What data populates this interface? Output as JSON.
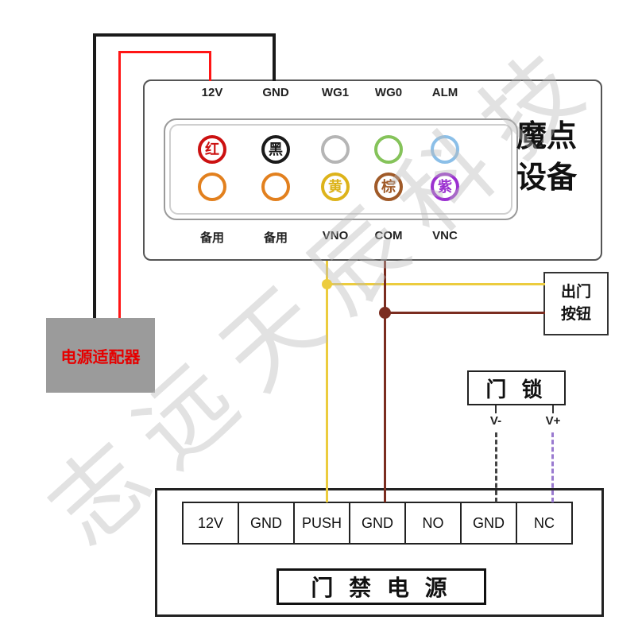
{
  "watermark": "志远天辰科技",
  "device": {
    "title_line1": "魔点",
    "title_line2": "设备",
    "top_terminals": [
      "12V",
      "GND",
      "WG1",
      "WG0",
      "ALM"
    ],
    "bottom_terminals": [
      "备用",
      "备用",
      "VNO",
      "COM",
      "VNC"
    ],
    "wire_circles": {
      "row1": [
        {
          "label": "红",
          "color": "#cc1111"
        },
        {
          "label": "黑",
          "color": "#1a1a1a"
        },
        {
          "label": "",
          "color": "#b5b5b5"
        },
        {
          "label": "",
          "color": "#85c35a"
        },
        {
          "label": "",
          "color": "#8bbfe8"
        }
      ],
      "row2": [
        {
          "label": "",
          "color": "#e2801e"
        },
        {
          "label": "",
          "color": "#e2801e"
        },
        {
          "label": "黄",
          "color": "#ddb31a"
        },
        {
          "label": "棕",
          "color": "#a05a28"
        },
        {
          "label": "紫",
          "color": "#9b30d0"
        }
      ]
    }
  },
  "power_adapter": {
    "label": "电源适配器",
    "text_color": "#e60000",
    "bg_color": "#9b9b9b"
  },
  "exit_button": {
    "line1": "出门",
    "line2": "按钮"
  },
  "door_lock": {
    "label": "门 锁",
    "v_minus": "V-",
    "v_plus": "V+"
  },
  "power_supply": {
    "terminals": [
      "12V",
      "GND",
      "PUSH",
      "GND",
      "NO",
      "GND",
      "NC"
    ],
    "label": "门 禁 电 源"
  },
  "wire_colors": {
    "red": "#ff1515",
    "black": "#1a1a1a",
    "yellow": "#eccc3e",
    "brown": "#7b2d20",
    "purple": "#9a7ad0",
    "dash_dark": "#444444"
  }
}
